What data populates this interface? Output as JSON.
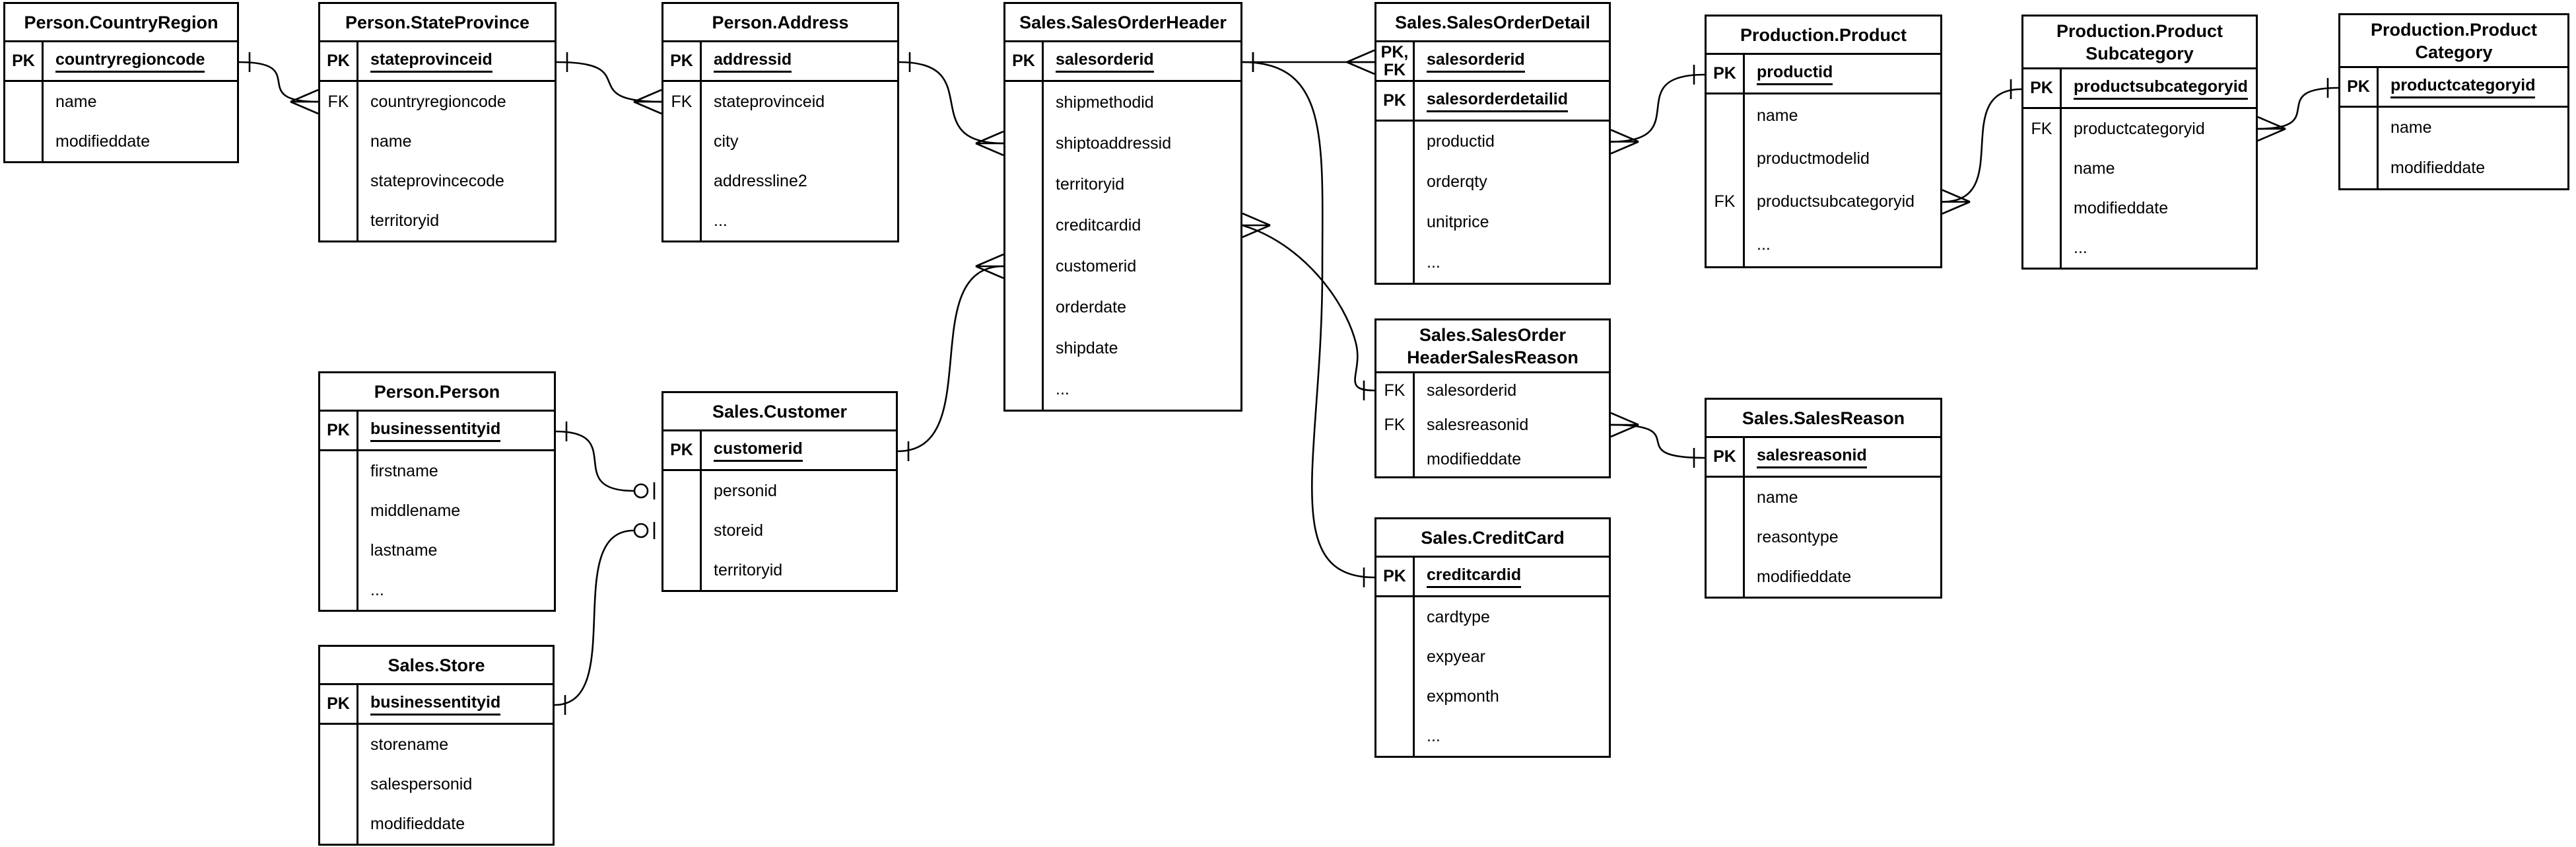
{
  "colors": {
    "line": "#000000",
    "background": "#ffffff"
  },
  "key_markers": {
    "primary": "PK",
    "foreign": "FK",
    "primary_foreign": "PK,\nFK"
  },
  "ellipsis": "...",
  "tables": [
    {
      "id": "countryregion",
      "title": "Person.CountryRegion",
      "key_rows": [
        {
          "key": "PK",
          "field": "countryregioncode"
        }
      ],
      "fields": [
        {
          "key": "",
          "field": "name"
        },
        {
          "key": "",
          "field": "modifieddate"
        }
      ]
    },
    {
      "id": "stateprovince",
      "title": "Person.StateProvince",
      "key_rows": [
        {
          "key": "PK",
          "field": "stateprovinceid"
        }
      ],
      "fields": [
        {
          "key": "FK",
          "field": "countryregioncode"
        },
        {
          "key": "",
          "field": "name"
        },
        {
          "key": "",
          "field": "stateprovincecode"
        },
        {
          "key": "",
          "field": "territoryid"
        }
      ]
    },
    {
      "id": "address",
      "title": "Person.Address",
      "key_rows": [
        {
          "key": "PK",
          "field": "addressid"
        }
      ],
      "fields": [
        {
          "key": "FK",
          "field": "stateprovinceid"
        },
        {
          "key": "",
          "field": "city"
        },
        {
          "key": "",
          "field": "addressline2"
        },
        {
          "key": "",
          "field": "..."
        }
      ]
    },
    {
      "id": "salesorderheader",
      "title": "Sales.SalesOrderHeader",
      "key_rows": [
        {
          "key": "PK",
          "field": "salesorderid"
        }
      ],
      "fields": [
        {
          "key": "",
          "field": "shipmethodid"
        },
        {
          "key": "",
          "field": "shiptoaddressid"
        },
        {
          "key": "",
          "field": "territoryid"
        },
        {
          "key": "",
          "field": "creditcardid"
        },
        {
          "key": "",
          "field": "customerid"
        },
        {
          "key": "",
          "field": "orderdate"
        },
        {
          "key": "",
          "field": "shipdate"
        },
        {
          "key": "",
          "field": "..."
        }
      ]
    },
    {
      "id": "salesorderdetail",
      "title": "Sales.SalesOrderDetail",
      "key_rows": [
        {
          "key": "PK,\nFK",
          "field": "salesorderid"
        },
        {
          "key": "PK",
          "field": "salesorderdetailid"
        }
      ],
      "fields": [
        {
          "key": "",
          "field": "productid"
        },
        {
          "key": "",
          "field": "orderqty"
        },
        {
          "key": "",
          "field": "unitprice"
        },
        {
          "key": "",
          "field": "..."
        }
      ]
    },
    {
      "id": "product",
      "title": "Production.Product",
      "key_rows": [
        {
          "key": "PK",
          "field": "productid"
        }
      ],
      "fields": [
        {
          "key": "",
          "field": "name"
        },
        {
          "key": "",
          "field": "productmodelid"
        },
        {
          "key": "FK",
          "field": "productsubcategoryid"
        },
        {
          "key": "",
          "field": "..."
        }
      ]
    },
    {
      "id": "productsubcategory",
      "title": "Production.Product\nSubcategory",
      "key_rows": [
        {
          "key": "PK",
          "field": "productsubcategoryid"
        }
      ],
      "fields": [
        {
          "key": "FK",
          "field": "productcategoryid"
        },
        {
          "key": "",
          "field": "name"
        },
        {
          "key": "",
          "field": "modifieddate"
        },
        {
          "key": "",
          "field": "..."
        }
      ]
    },
    {
      "id": "productcategory",
      "title": "Production.Product\nCategory",
      "key_rows": [
        {
          "key": "PK",
          "field": "productcategoryid"
        }
      ],
      "fields": [
        {
          "key": "",
          "field": "name"
        },
        {
          "key": "",
          "field": "modifieddate"
        }
      ]
    },
    {
      "id": "person",
      "title": "Person.Person",
      "key_rows": [
        {
          "key": "PK",
          "field": "businessentityid"
        }
      ],
      "fields": [
        {
          "key": "",
          "field": "firstname"
        },
        {
          "key": "",
          "field": "middlename"
        },
        {
          "key": "",
          "field": "lastname"
        },
        {
          "key": "",
          "field": "..."
        }
      ]
    },
    {
      "id": "customer",
      "title": "Sales.Customer",
      "key_rows": [
        {
          "key": "PK",
          "field": "customerid"
        }
      ],
      "fields": [
        {
          "key": "",
          "field": "personid"
        },
        {
          "key": "",
          "field": "storeid"
        },
        {
          "key": "",
          "field": "territoryid"
        }
      ]
    },
    {
      "id": "store",
      "title": "Sales.Store",
      "key_rows": [
        {
          "key": "PK",
          "field": "businessentityid"
        }
      ],
      "fields": [
        {
          "key": "",
          "field": "storename"
        },
        {
          "key": "",
          "field": "salespersonid"
        },
        {
          "key": "",
          "field": "modifieddate"
        }
      ]
    },
    {
      "id": "salesorderheadersalesreason",
      "title": "Sales.SalesOrder\nHeaderSalesReason",
      "key_rows": [],
      "fields": [
        {
          "key": "FK",
          "field": "salesorderid"
        },
        {
          "key": "FK",
          "field": "salesreasonid"
        },
        {
          "key": "",
          "field": "modifieddate"
        }
      ]
    },
    {
      "id": "salesreason",
      "title": "Sales.SalesReason",
      "key_rows": [
        {
          "key": "PK",
          "field": "salesreasonid"
        }
      ],
      "fields": [
        {
          "key": "",
          "field": "name"
        },
        {
          "key": "",
          "field": "reasontype"
        },
        {
          "key": "",
          "field": "modifieddate"
        }
      ]
    },
    {
      "id": "creditcard",
      "title": "Sales.CreditCard",
      "key_rows": [
        {
          "key": "PK",
          "field": "creditcardid"
        }
      ],
      "fields": [
        {
          "key": "",
          "field": "cardtype"
        },
        {
          "key": "",
          "field": "expyear"
        },
        {
          "key": "",
          "field": "expmonth"
        },
        {
          "key": "",
          "field": "..."
        }
      ]
    }
  ],
  "relationships": [
    {
      "id": "countryregion-stateprovince",
      "from": {
        "table": "countryregion",
        "row": "key0",
        "marker": "one"
      },
      "to": {
        "table": "stateprovince",
        "row": "body0",
        "marker": "many"
      }
    },
    {
      "id": "stateprovince-address",
      "from": {
        "table": "stateprovince",
        "row": "key0",
        "marker": "one"
      },
      "to": {
        "table": "address",
        "row": "body0",
        "marker": "many"
      }
    },
    {
      "id": "address-salesorderheader",
      "from": {
        "table": "address",
        "row": "key0",
        "marker": "one"
      },
      "to": {
        "table": "salesorderheader",
        "row": "body1",
        "marker": "many"
      }
    },
    {
      "id": "customer-salesorderheader",
      "from": {
        "table": "customer",
        "row": "key0",
        "marker": "one"
      },
      "to": {
        "table": "salesorderheader",
        "row": "body4",
        "marker": "many"
      }
    },
    {
      "id": "person-customer",
      "from": {
        "table": "person",
        "row": "key0",
        "marker": "one"
      },
      "to": {
        "table": "customer",
        "row": "body0",
        "marker": "zero-or-one"
      }
    },
    {
      "id": "store-customer",
      "from": {
        "table": "store",
        "row": "key0",
        "marker": "one"
      },
      "to": {
        "table": "customer",
        "row": "body1",
        "marker": "zero-or-one"
      }
    },
    {
      "id": "salesorderheader-salesorderdetail",
      "from": {
        "table": "salesorderheader",
        "row": "key0",
        "marker": "one"
      },
      "to": {
        "table": "salesorderdetail",
        "row": "key0",
        "marker": "many"
      }
    },
    {
      "id": "salesorderheader-creditcard",
      "from": {
        "table": "salesorderheader",
        "row": "key0",
        "marker": "one"
      },
      "to": {
        "table": "creditcard",
        "row": "key0",
        "marker": "one"
      }
    },
    {
      "id": "salesorderheader-salesreasonjunction",
      "from": {
        "table": "salesorderheader",
        "row": "body3",
        "marker": "many"
      },
      "to": {
        "table": "salesorderheadersalesreason",
        "row": "body0",
        "marker": "one"
      }
    },
    {
      "id": "salesorderdetail-product",
      "from": {
        "table": "salesorderdetail",
        "row": "body0",
        "marker": "many"
      },
      "to": {
        "table": "product",
        "row": "key0",
        "marker": "one"
      }
    },
    {
      "id": "salesreasonjunction-salesreason",
      "from": {
        "table": "salesorderheadersalesreason",
        "row": "body1",
        "marker": "many"
      },
      "to": {
        "table": "salesreason",
        "row": "key0",
        "marker": "one"
      }
    },
    {
      "id": "product-productsubcategory",
      "from": {
        "table": "product",
        "row": "body2",
        "marker": "many"
      },
      "to": {
        "table": "productsubcategory",
        "row": "key0",
        "marker": "one"
      }
    },
    {
      "id": "productsubcategory-productcategory",
      "from": {
        "table": "productsubcategory",
        "row": "body0",
        "marker": "many"
      },
      "to": {
        "table": "productcategory",
        "row": "key0",
        "marker": "one"
      }
    }
  ]
}
